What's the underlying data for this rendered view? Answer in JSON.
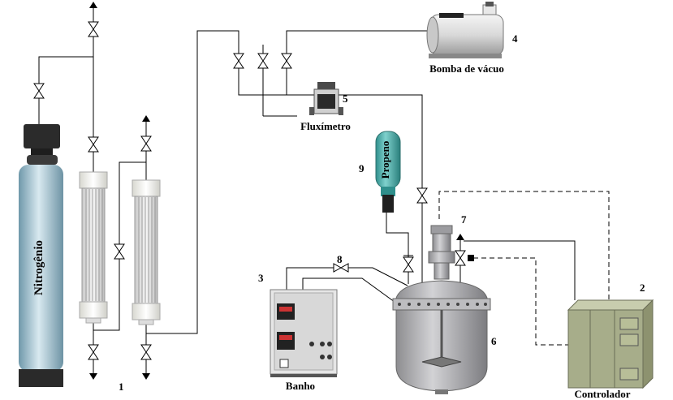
{
  "labels": {
    "nitrogen": "Nitrogênio",
    "propene": "Propeno",
    "vacuum_pump": "Bomba de vácuo",
    "flowmeter": "Fluxímetro",
    "bath": "Banho",
    "controller": "Controlador"
  },
  "numbers": {
    "n1": "1",
    "n2": "2",
    "n3": "3",
    "n4": "4",
    "n5": "5",
    "n6": "6",
    "n7": "7",
    "n8": "8",
    "n9": "9"
  },
  "colors": {
    "cylinder_blue": "#8fb8c9",
    "propene_cyan": "#4fb3b0",
    "controller_green": "#a8ae8c",
    "bath_panel": "#e4e4e4",
    "reactor_steel": "#a7a7aa"
  }
}
